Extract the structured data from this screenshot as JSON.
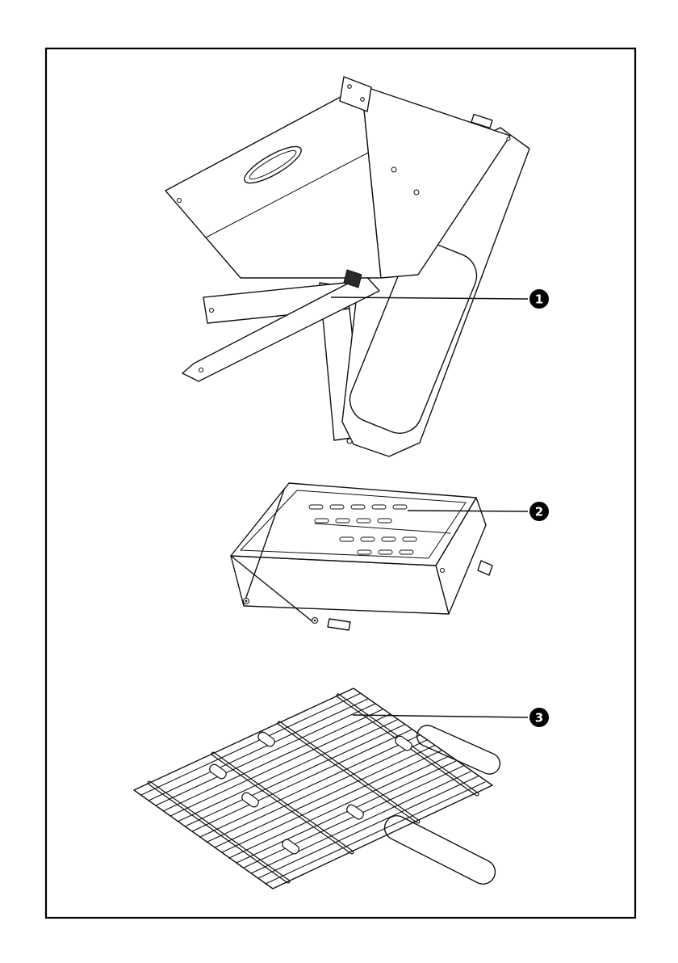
{
  "page": {
    "background_color": "#ffffff",
    "border_color": "#000000",
    "line_color": "#111111"
  },
  "figure": {
    "type": "parts-overview-diagram",
    "parts": [
      {
        "id": "folding-x-stand"
      },
      {
        "id": "charcoal-tray"
      },
      {
        "id": "grill-grate"
      }
    ]
  },
  "callouts": [
    {
      "number": "1",
      "part": "folding-x-stand"
    },
    {
      "number": "2",
      "part": "charcoal-tray"
    },
    {
      "number": "3",
      "part": "grill-grate"
    }
  ]
}
